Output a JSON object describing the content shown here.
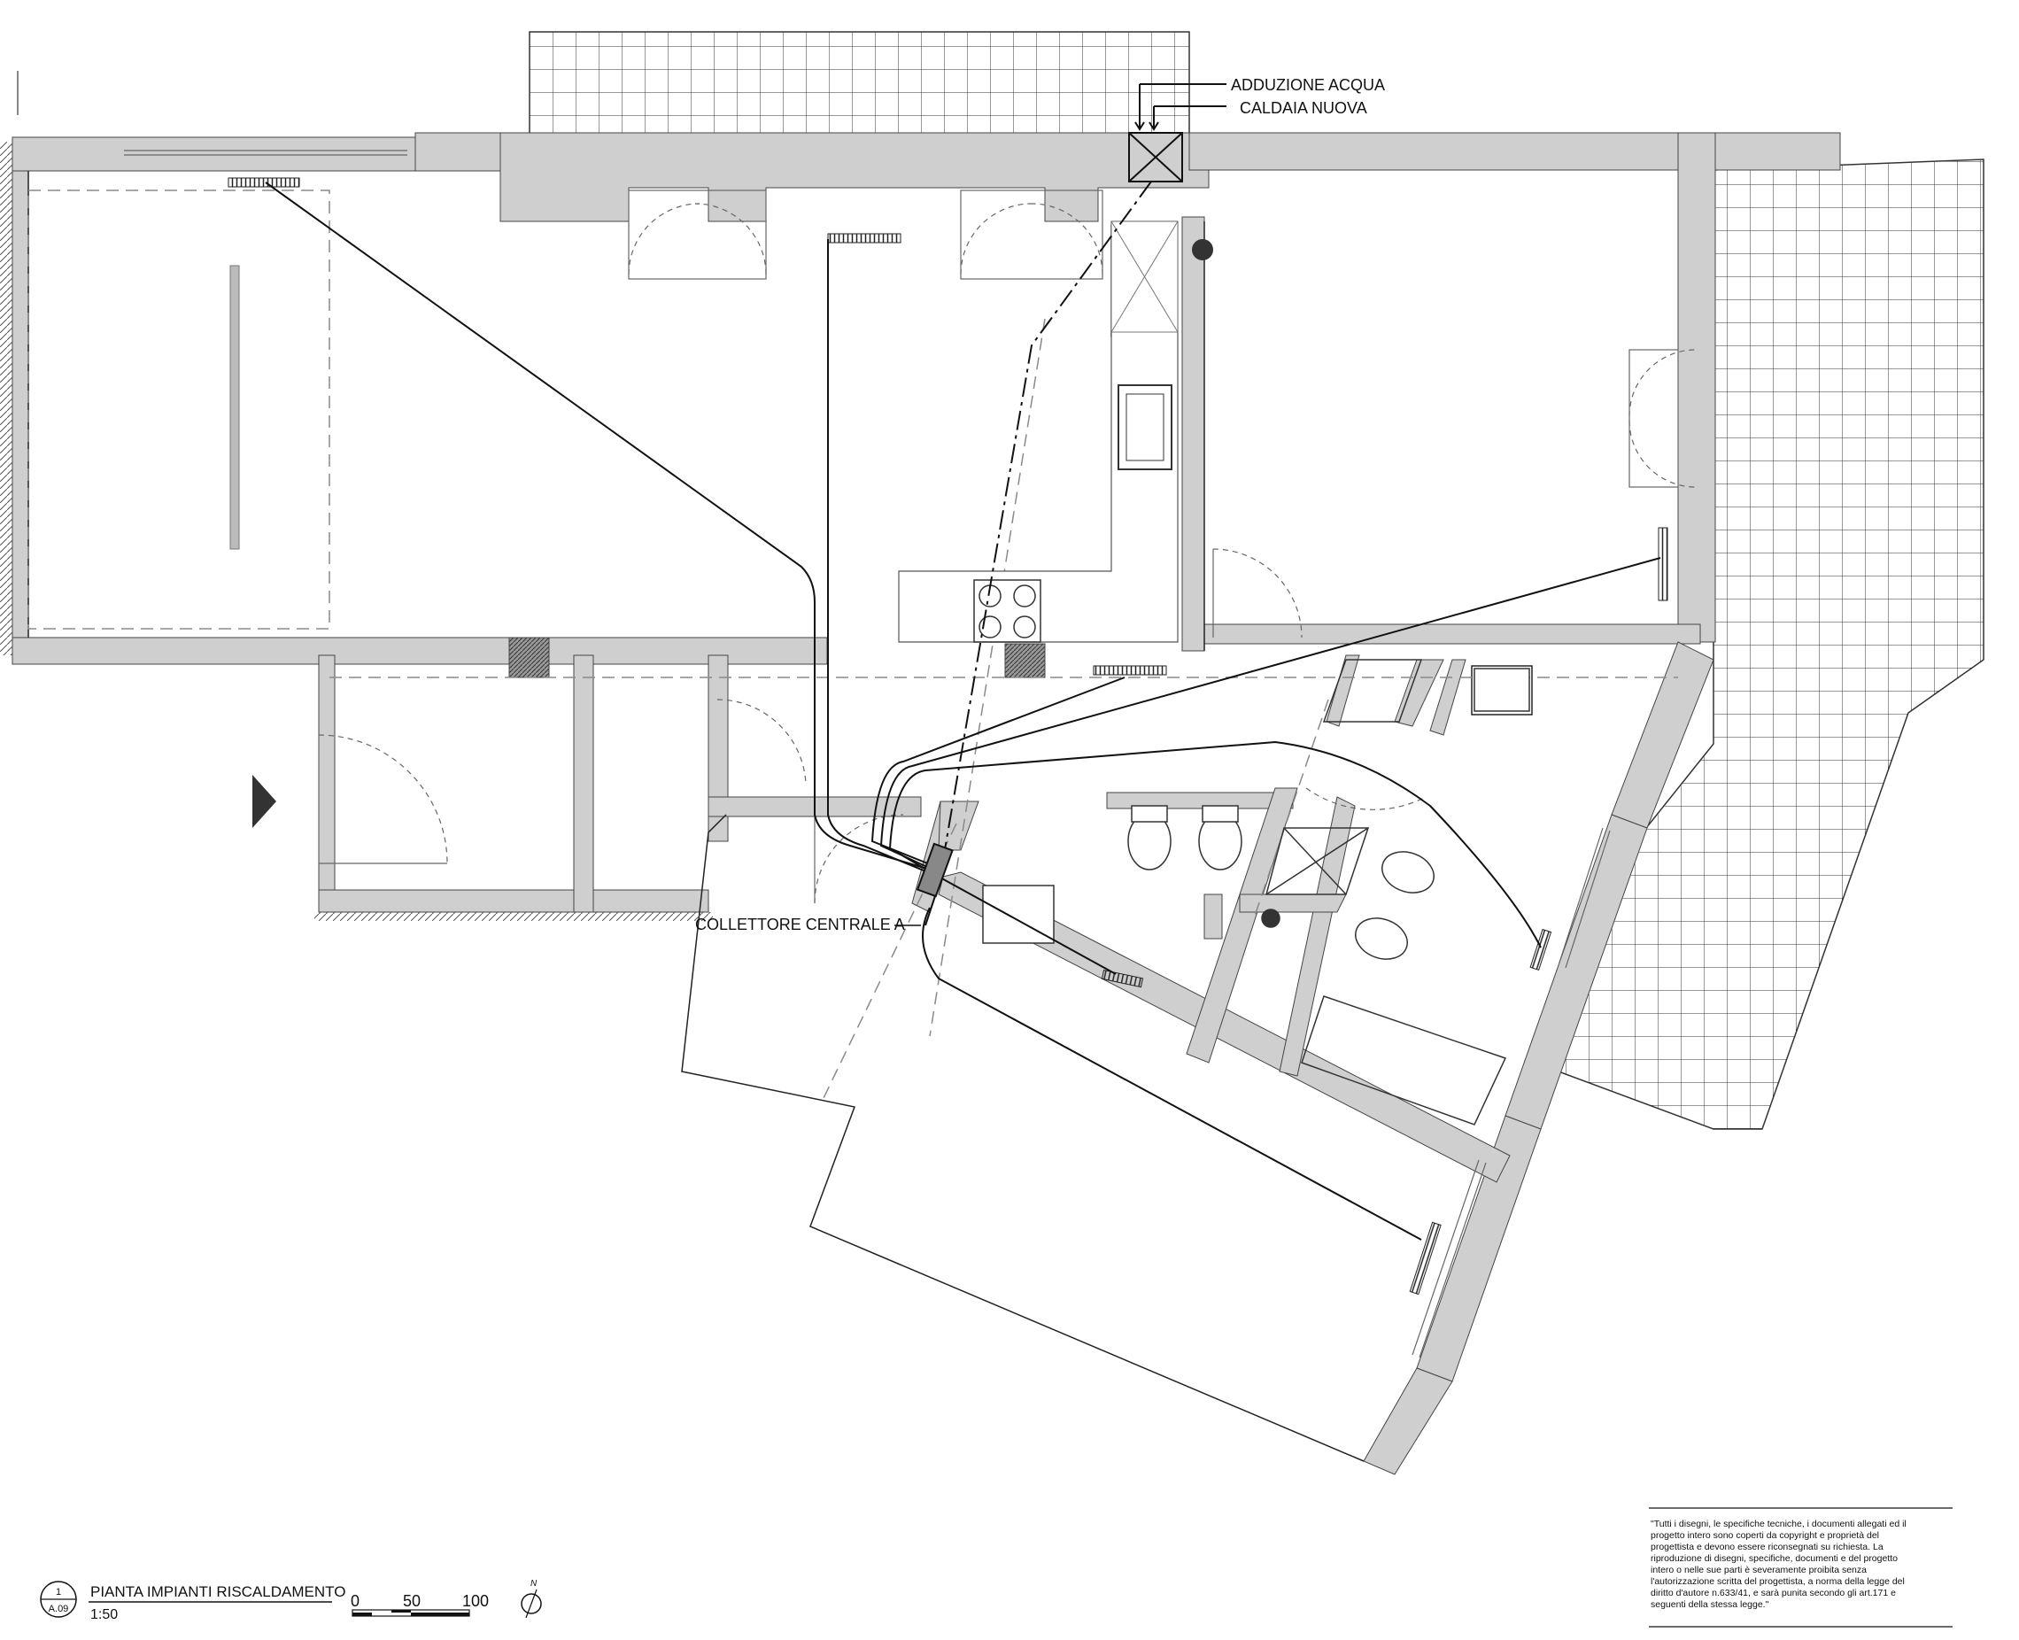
{
  "labels": {
    "adduzione_acqua": "ADDUZIONE ACQUA",
    "caldaia_nuova": "CALDAIA NUOVA",
    "collettore": "COLLETTORE CENTRALE A"
  },
  "title_block": {
    "view_number": "1",
    "sheet": "A.09",
    "title": "PIANTA IMPIANTI RISCALDAMENTO",
    "scale": "1:50"
  },
  "scale_bar": {
    "ticks": [
      "0",
      "50",
      "100"
    ]
  },
  "north_arrow": {
    "label": "N"
  },
  "copyright_lines": [
    "\"Tutti i disegni, le specifiche tecniche, i documenti allegati ed il",
    "progetto intero sono coperti da copyright e proprietà del",
    "progettista e devono essere riconsegnati su richiesta.  La",
    "riproduzione di disegni, specifiche, documenti e del progetto",
    "intero o nelle sue parti è severamente proibita senza",
    "l'autorizzazione scritta del progettista, a norma della legge del",
    "diritto d'autore n.633/41, e sarà punita secondo gli art.171 e",
    "seguenti della stessa legge.\""
  ],
  "colors": {
    "wall": "#cfcfcf",
    "line": "#111111",
    "dashed": "#8a8a8a"
  },
  "icons": [
    "north-arrow-icon",
    "entrance-arrow-icon",
    "boiler-icon",
    "manifold-icon",
    "radiator-icon",
    "sink-icon",
    "stove-icon",
    "wc-icon",
    "bidet-icon",
    "shower-icon",
    "bathtub-icon"
  ]
}
